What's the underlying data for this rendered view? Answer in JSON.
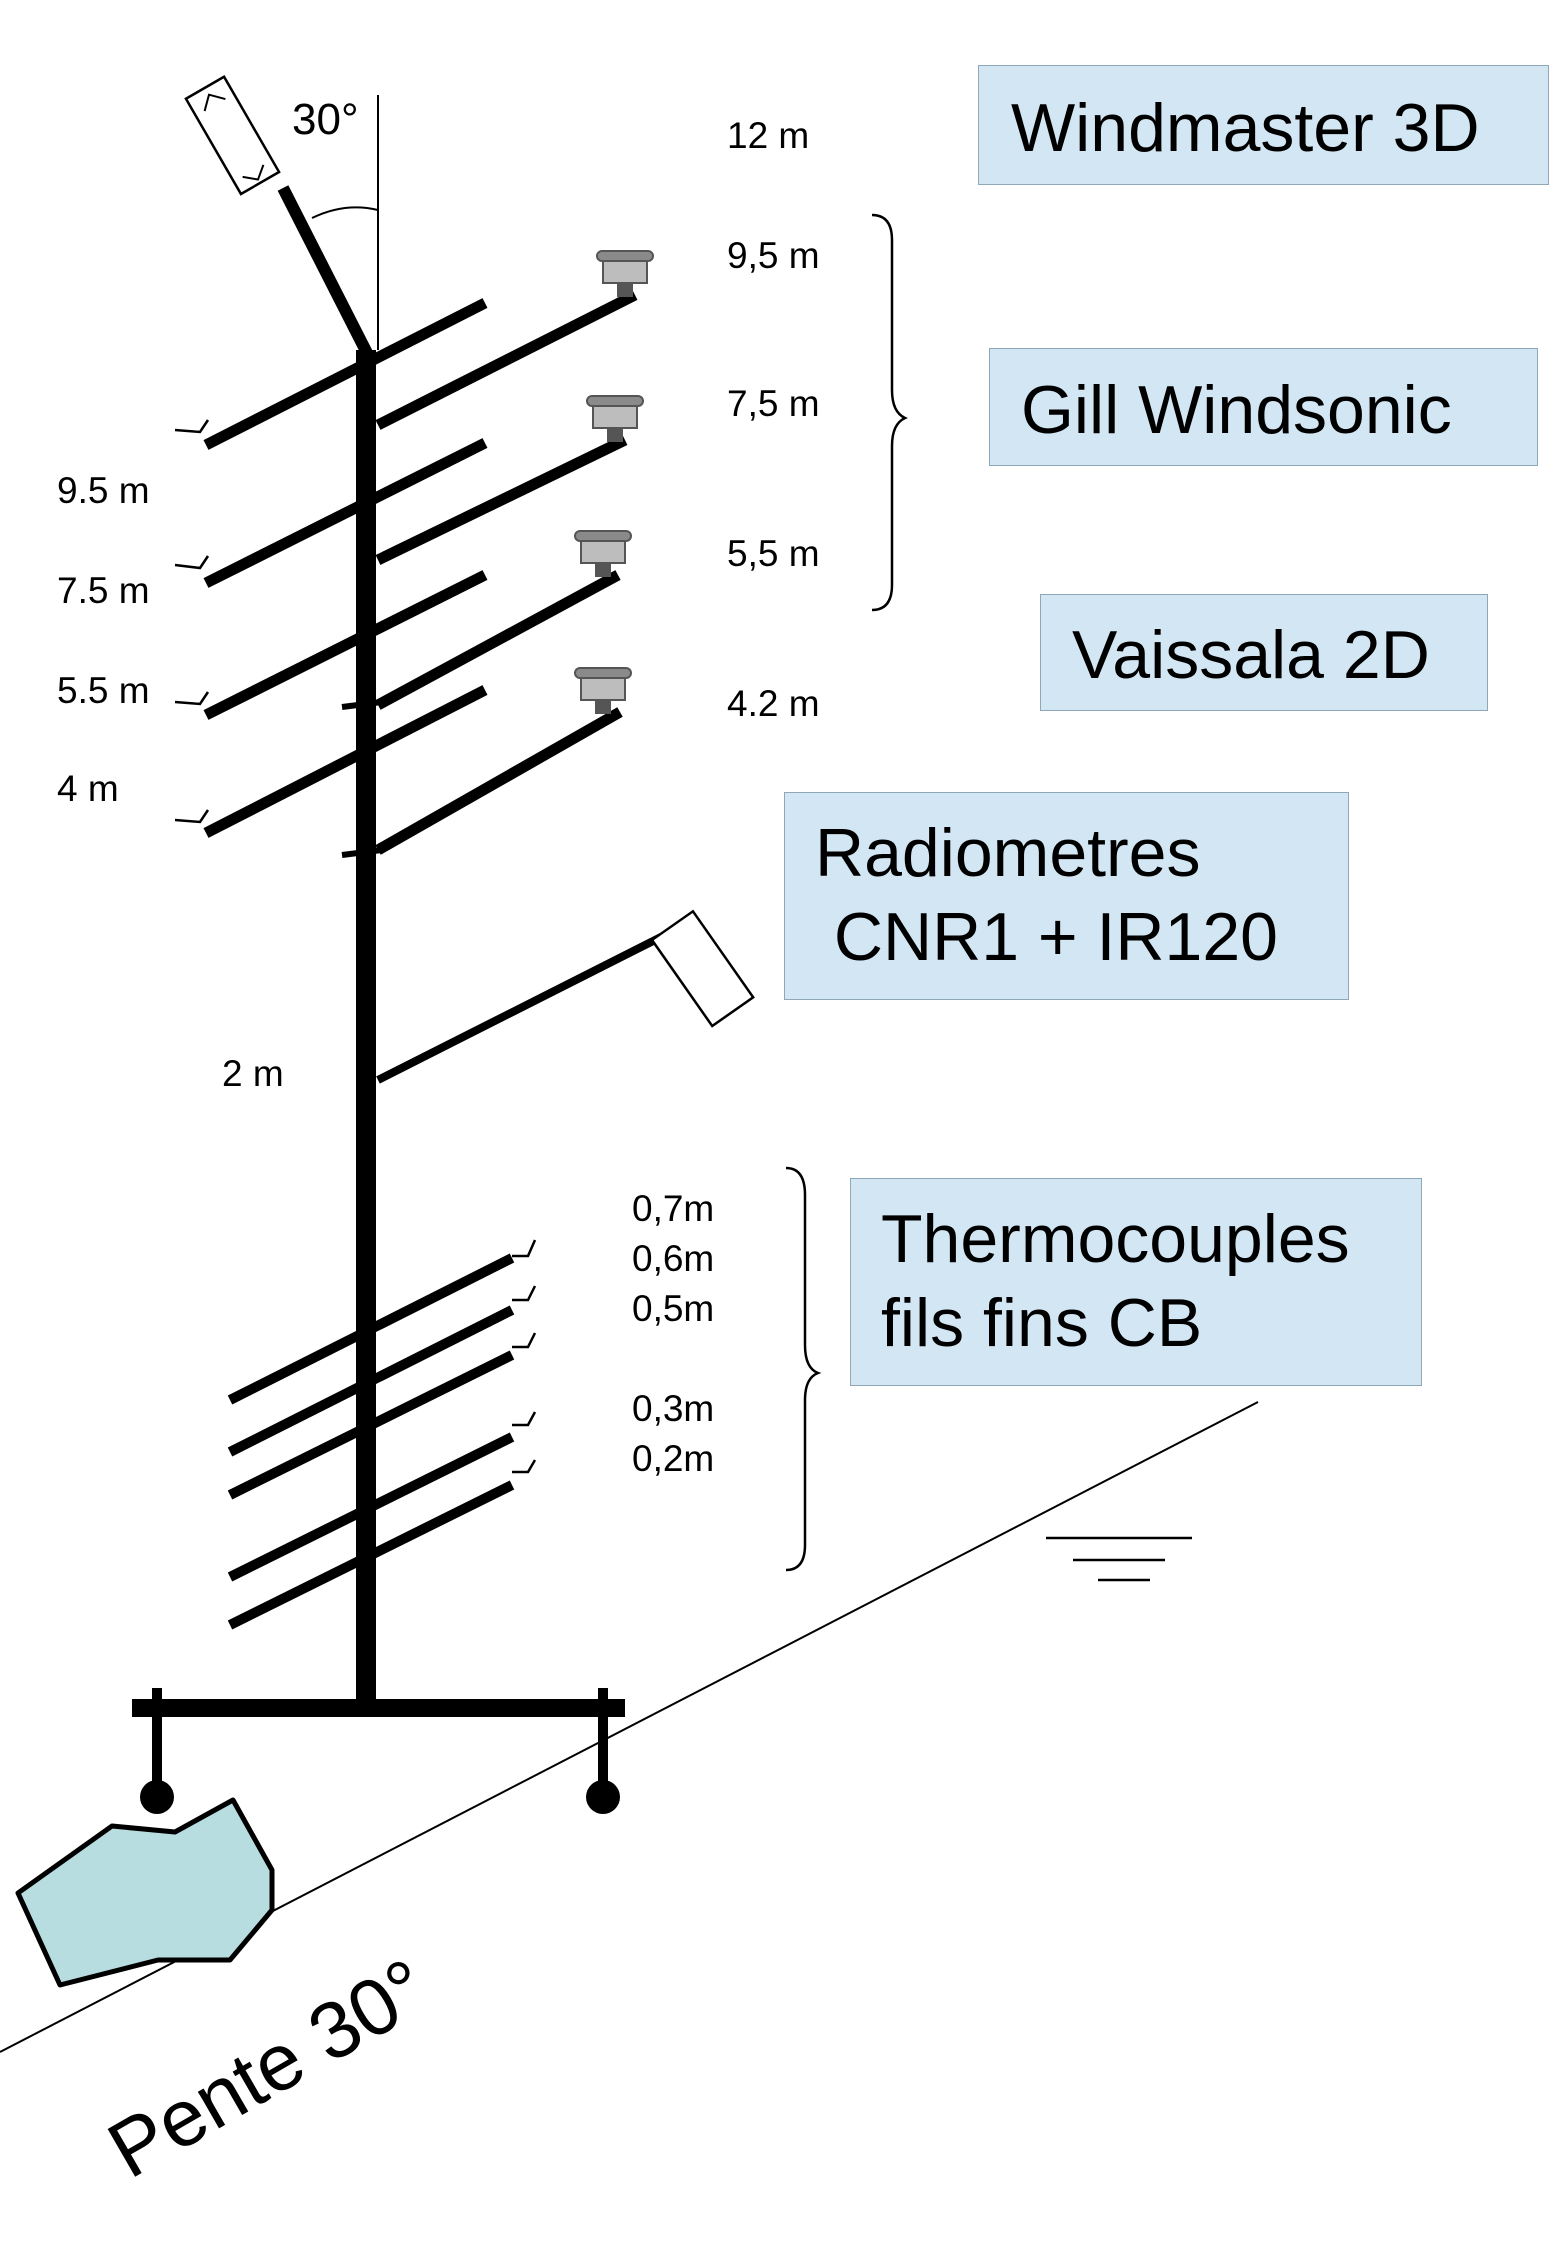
{
  "top_angle": "30°",
  "slope_label": "Pente 30°",
  "left_heights": [
    "9.5 m",
    "7.5 m",
    "5.5 m",
    "4 m"
  ],
  "mid_height": "2 m",
  "right_heights": [
    "12 m",
    "9,5 m",
    "7,5 m",
    "5,5 m",
    "4.2 m"
  ],
  "thermo_heights": [
    "0,7m",
    "0,6m",
    "0,5m",
    "0,3m",
    "0,2m"
  ],
  "boxes": {
    "windmaster": [
      "Windmaster 3D"
    ],
    "gill": [
      "Gill Windsonic"
    ],
    "vaissala": [
      "Vaissala 2D"
    ],
    "radiometres": [
      "Radiometres",
      " CNR1 + IR120"
    ],
    "thermocouples": [
      "Thermocouples",
      "fils fins CB"
    ]
  },
  "colors": {
    "box_fill": "#d3e6f3",
    "rock_fill": "#b8dde0",
    "line": "#000000"
  },
  "icons": [
    "anemometer-icon",
    "radiometer-icon",
    "thermocouple-icon",
    "rock-icon",
    "ground-symbol-icon"
  ]
}
